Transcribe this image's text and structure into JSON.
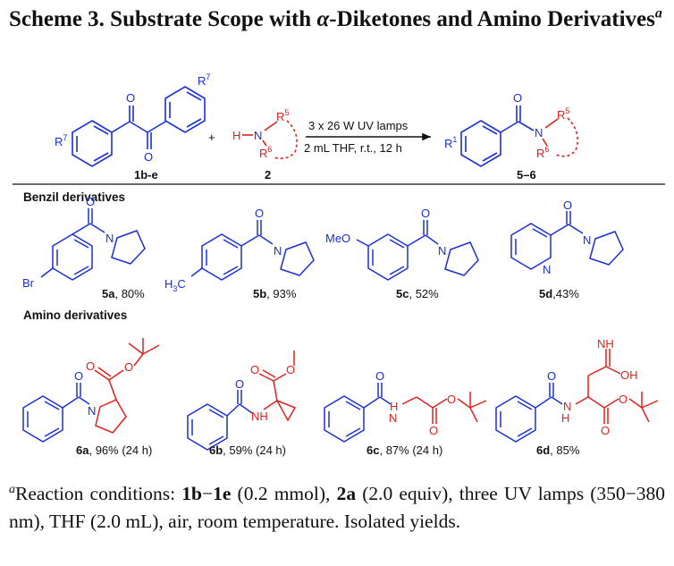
{
  "title": {
    "prefix": "Scheme 3. Substrate Scope with ",
    "greek": "α",
    "suffix": "-Diketones and Amino Derivatives",
    "footnote_mark": "a"
  },
  "reaction": {
    "reactant1_label": "1b-e",
    "plus": "+",
    "reactant2_label": "2",
    "conditions_line1": "3 x 26 W UV lamps",
    "conditions_line2": "2 mL THF, r.t., 12 h",
    "product_label": "5–6",
    "r7_top": "R",
    "r7_top_sup": "7",
    "r7_left": "R",
    "r7_left_sup": "7",
    "r1": "R",
    "r1_sup": "1",
    "r5": "R",
    "r5_sup": "5",
    "r6": "R",
    "r6_sup": "6",
    "o": "O",
    "n": "N",
    "h": "H"
  },
  "sections": {
    "benzil": "Benzil derivatives",
    "amino": "Amino derivatives"
  },
  "benzil_products": [
    {
      "id": "5a",
      "yield": ", 80%",
      "substituent": "Br"
    },
    {
      "id": "5b",
      "yield": ", 93%",
      "substituent": "H3C"
    },
    {
      "id": "5c",
      "yield": ", 52%",
      "substituent": "MeO"
    },
    {
      "id": "5d",
      "yield": ",43%",
      "substituent": "N"
    }
  ],
  "amino_products": [
    {
      "id": "6a",
      "yield": ", 96% (24 h)"
    },
    {
      "id": "6b",
      "yield": ", 59% (24 h)"
    },
    {
      "id": "6c",
      "yield": ", 87% (24 h)"
    },
    {
      "id": "6d",
      "yield": ", 85%",
      "extra1": "NH",
      "extra2": "OH"
    }
  ],
  "footnote": {
    "mark": "a",
    "t1": "Reaction conditions: ",
    "b1": "1b",
    "t2": "−",
    "b2": "1e",
    "t3": " (0.2 mmol), ",
    "b3": "2a",
    "t4": " (2.0 equiv), three UV lamps (350−380 nm), THF (2.0 mL), air, room temperature. Isolated yields."
  },
  "colors": {
    "blue": "#1a2fd6",
    "red": "#e0201c",
    "text": "#111111"
  }
}
